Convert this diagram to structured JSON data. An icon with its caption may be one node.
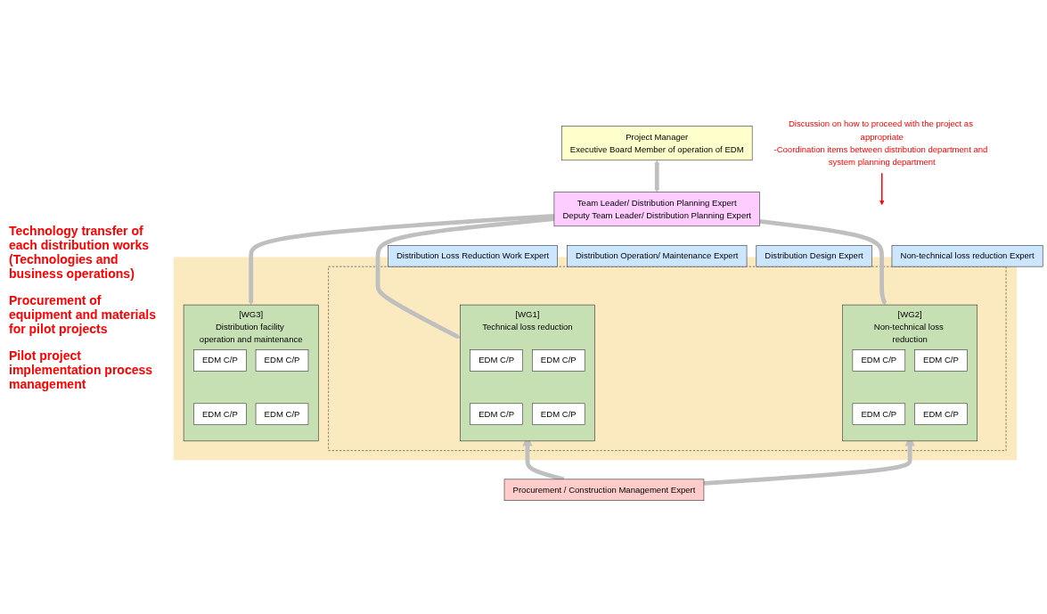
{
  "diagram": {
    "nodes": [
      {
        "text": [
          "Project Manager",
          "Executive Board Member of operation of EDM"
        ]
      },
      {
        "text": [
          "Team Leader/ Distribution Planning Expert",
          "Deputy Team Leader/ Distribution Planning Expert"
        ]
      },
      {
        "text": [
          "Discussion on how to proceed with the project as appropriate",
          "-Coordination items between distribution department and system planning department"
        ]
      },
      {
        "text": [
          "Distribution Design Expert"
        ]
      },
      {
        "text": [
          "Non-technical loss reduction Expert"
        ]
      },
      {
        "text": [
          "Distribution Loss Reduction Work Expert"
        ]
      },
      {
        "text": [
          "Distribution Operation/ Maintenance Expert"
        ]
      },
      {
        "text": [],
        "shape": "box"
      },
      {
        "text": [],
        "shape": "box",
        "in": 7
      },
      {
        "text": [
          "[WG1]",
          "Technical loss reduction"
        ],
        "in": 8
      },
      {
        "text": [
          "EDM C/P"
        ],
        "in": 9
      },
      {
        "text": [
          "EDM C/P"
        ],
        "in": 9
      },
      {
        "text": [
          "EDM C/P"
        ],
        "in": 9
      },
      {
        "text": [
          "EDM C/P"
        ],
        "in": 9
      },
      {
        "text": [
          "[WG2]",
          "Non-technical loss reduction"
        ],
        "in": 8
      },
      {
        "text": [
          "EDM C/P"
        ],
        "in": 14
      },
      {
        "text": [
          "EDM C/P"
        ],
        "in": 14
      },
      {
        "text": [
          "EDM C/P"
        ],
        "in": 14
      },
      {
        "text": [
          "EDM C/P"
        ],
        "in": 14
      },
      {
        "text": [
          "[WG3]",
          "Distribution facility operation and maintenance"
        ],
        "in": 7
      },
      {
        "text": [
          "EDM C/P"
        ],
        "in": 19
      },
      {
        "text": [
          "EDM C/P"
        ],
        "in": 19
      },
      {
        "text": [
          "EDM C/P"
        ],
        "in": 19
      },
      {
        "text": [
          "EDM C/P"
        ],
        "in": 19
      },
      {
        "text": [
          "Procurement / Construction Management Expert"
        ]
      }
    ],
    "edges": [
      {
        "from": 0,
        "to": 1,
        "arrow": "both"
      },
      {
        "from": 2,
        "to": null,
        "arrow": "to",
        "color": "#ff0000"
      },
      {
        "from": 1,
        "to": 9,
        "arrow": "to"
      },
      {
        "from": 1,
        "to": 14,
        "arrow": "to"
      },
      {
        "from": 1,
        "to": 19,
        "arrow": "to"
      },
      {
        "from": 24,
        "to": 9,
        "arrow": "to"
      },
      {
        "from": 24,
        "to": 14,
        "arrow": "to"
      }
    ],
    "labels": [
      "Technology transfer of each distribution works (Technologies and business operations)",
      "Procurement of equipment and materials for pilot projects",
      "Pilot project implementation process management"
    ]
  }
}
